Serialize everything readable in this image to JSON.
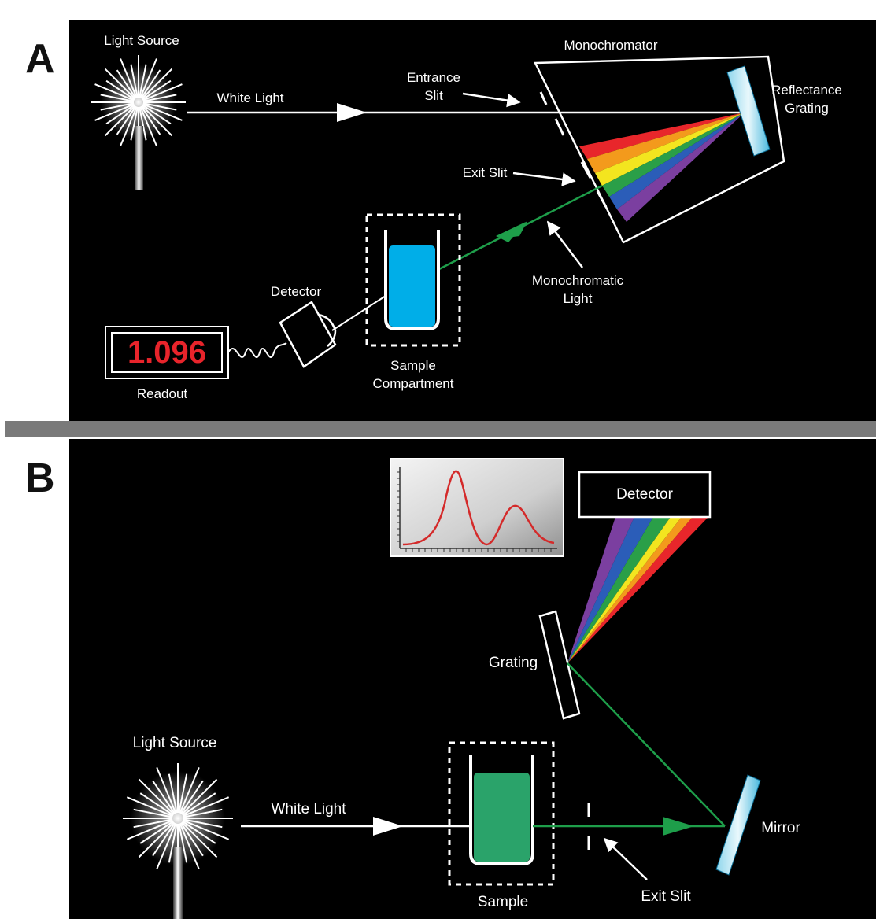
{
  "panels": {
    "a": {
      "letter": "A",
      "labels": {
        "light_source": "Light Source",
        "white_light": "White Light",
        "entrance_slit_1": "Entrance",
        "entrance_slit_2": "Slit",
        "monochromator": "Monochromator",
        "reflectance_grating_1": "Reflectance",
        "reflectance_grating_2": "Grating",
        "exit_slit": "Exit Slit",
        "monochromatic_light_1": "Monochromatic",
        "monochromatic_light_2": "Light",
        "detector": "Detector",
        "sample_compartment_1": "Sample",
        "sample_compartment_2": "Compartment",
        "readout": "Readout"
      },
      "readout_value": "1.096"
    },
    "b": {
      "letter": "B",
      "labels": {
        "detector": "Detector",
        "grating": "Grating",
        "light_source": "Light Source",
        "white_light": "White Light",
        "sample": "Sample",
        "mirror": "Mirror",
        "exit_slit": "Exit Slit"
      }
    }
  },
  "colors": {
    "background": "#000000",
    "divider": "#7a7a7a",
    "beam": "#ffffff",
    "green_beam": "#1e9e4a",
    "cuvette_liquid_a": "#00aee8",
    "cuvette_liquid_b": "#2aa36a",
    "readout_digits": "#e8242b",
    "spectrum_curve": "#d42a2a",
    "spectrum": [
      "#7b3fa0",
      "#2b5db8",
      "#2a9f48",
      "#f3e51f",
      "#f39a1c",
      "#e8262b"
    ]
  }
}
